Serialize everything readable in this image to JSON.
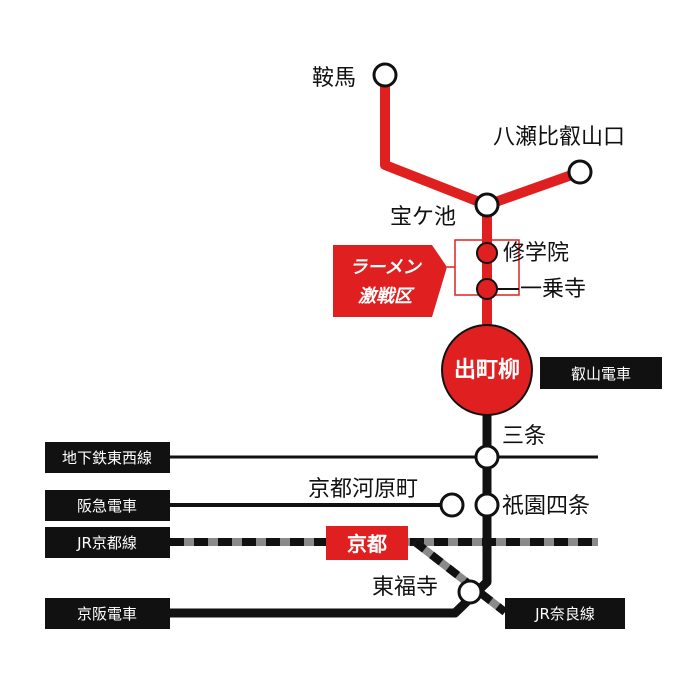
{
  "colors": {
    "eizan": "#e02020",
    "black_line": "#111111",
    "jr_gray": "#8a8a8a",
    "tag_bg": "#111111",
    "accent_red": "#e02020"
  },
  "lines": {
    "eizan": "叡山電車",
    "tozai": "地下鉄東西線",
    "hankyu": "阪急電車",
    "jr_kyoto": "JR京都線",
    "keihan": "京阪電車",
    "jr_nara": "JR奈良線"
  },
  "stations": {
    "kurama": "鞍馬",
    "yase": "八瀬比叡山口",
    "takaragaike": "宝ケ池",
    "shugakuin": "修学院",
    "ichijoji": "一乗寺",
    "demachiyanagi": "出町柳",
    "sanjo": "三条",
    "kawaramachi": "京都河原町",
    "gionshijo": "祇園四条",
    "kyoto": "京都",
    "tofukuji": "東福寺"
  },
  "promo": {
    "line1": "ラーメン",
    "line2": "激戦区"
  }
}
